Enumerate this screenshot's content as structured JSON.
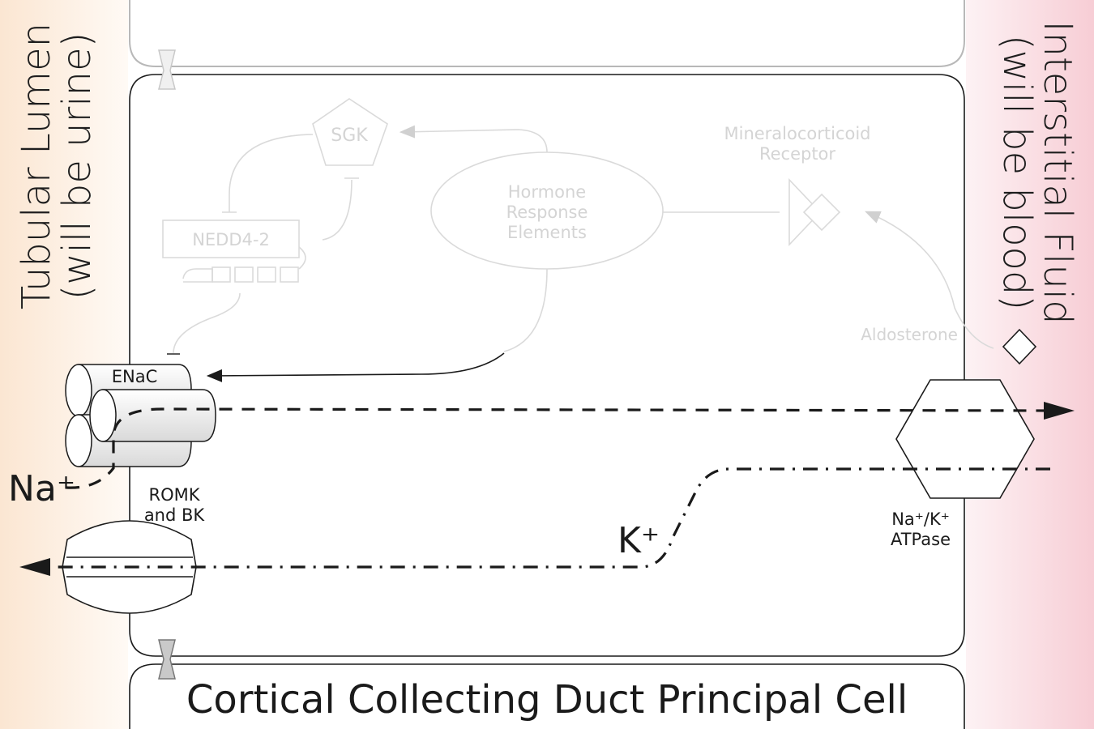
{
  "lumen": {
    "line1": "Tubular Lumen",
    "line2": "(will be urine)"
  },
  "fluid": {
    "line1": "Interstitial Fluid",
    "line2": "(will be blood)"
  },
  "cell_title": "Cortical Collecting Duct Principal Cell",
  "faded": {
    "sgk": "SGK",
    "nedd": "NEDD4-2",
    "hre_1": "Hormone",
    "hre_2": "Response",
    "hre_3": "Elements",
    "mr_1": "Mineralocorticoid",
    "mr_2": "Receptor",
    "aldo": "Aldosterone"
  },
  "channels": {
    "enac": "ENaC",
    "romk_1": "ROMK",
    "romk_2": "and BK",
    "pump_1": "Na⁺/K⁺",
    "pump_2": "ATPase"
  },
  "ions": {
    "na": "Na⁺",
    "k": "K⁺"
  },
  "colors": {
    "lumen_bg": "#fdf1e4",
    "fluid_bg": "#f9d8de",
    "outline": "#1a1a1a",
    "faded": "#d6d6d6",
    "junction": "#c9c9c9"
  }
}
